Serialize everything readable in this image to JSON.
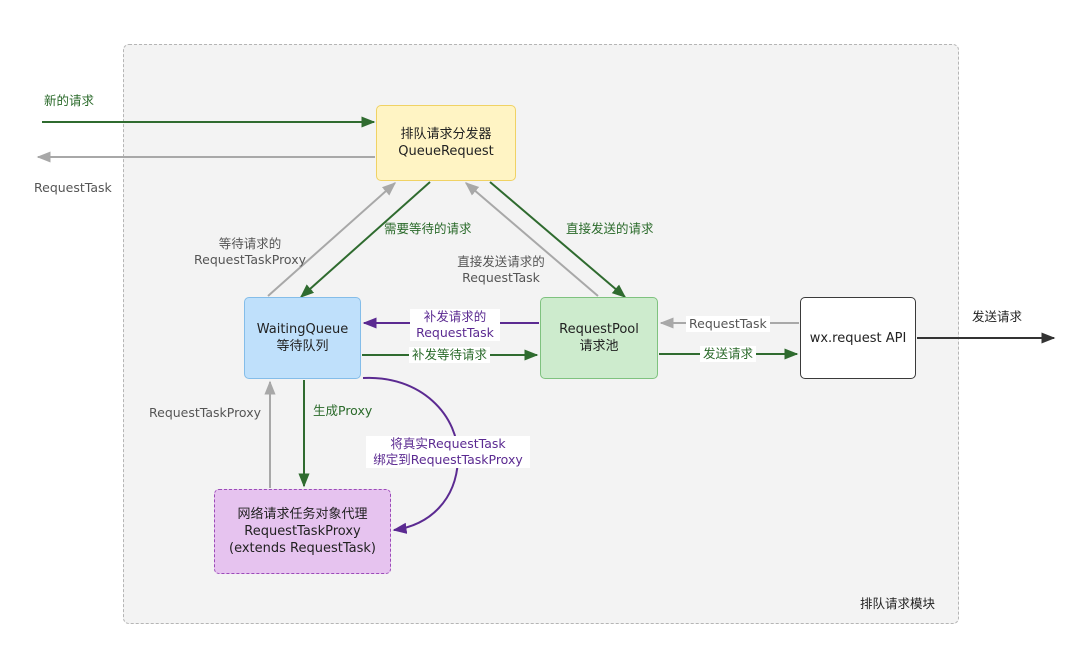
{
  "module_label": "排队请求模块",
  "boxes": {
    "queue_request": {
      "line1": "排队请求分发器",
      "line2": "QueueRequest"
    },
    "waiting_queue": {
      "line1": "WaitingQueue",
      "line2": "等待队列"
    },
    "request_pool": {
      "line1": "RequestPool",
      "line2": "请求池"
    },
    "wx_request": {
      "line1": "wx.request API"
    },
    "task_proxy": {
      "line1": "网络请求任务对象代理",
      "line2": "RequestTaskProxy",
      "line3": "(extends RequestTask)"
    }
  },
  "edges": {
    "new_request": "新的请求",
    "request_task_out": "RequestTask",
    "wait_proxy_line1": "等待请求的",
    "wait_proxy_line2": "RequestTaskProxy",
    "needs_wait": "需要等待的请求",
    "direct_send": "直接发送的请求",
    "direct_task_line1": "直接发送请求的",
    "direct_task_line2": "RequestTask",
    "resend_task_line1": "补发请求的",
    "resend_task_line2": "RequestTask",
    "resend_wait": "补发等待请求",
    "pool_task": "RequestTask",
    "send_request": "发送请求",
    "send_out": "发送请求",
    "task_proxy_up": "RequestTaskProxy",
    "gen_proxy": "生成Proxy",
    "bind_line1": "将真实RequestTask",
    "bind_line2": "绑定到RequestTaskProxy"
  },
  "colors": {
    "green_arrow": "#2f6b2f",
    "gray_arrow": "#a8a8a8",
    "purple_arrow": "#5b2a91",
    "black_arrow": "#333333"
  }
}
